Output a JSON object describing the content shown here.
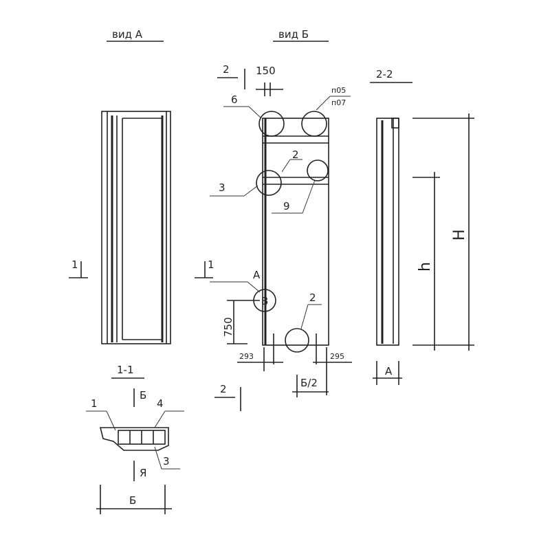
{
  "views": {
    "view_a": "вид А",
    "view_b": "вид Б",
    "section_22": "2-2",
    "section_11": "1-1"
  },
  "labels": {
    "cut2_top": "2",
    "cut2_bottom": "2",
    "cut1_left": "1",
    "cut1_mid": "1",
    "dim_150": "150",
    "callout_6": "6",
    "callout_p05": "п05",
    "callout_p07": "п07",
    "callout_3": "3",
    "callout_2_upper": "2",
    "callout_9": "9",
    "callout_A": "А",
    "node_B": "В",
    "dim_750": "750",
    "callout_2_lower": "2",
    "dim_293": "293",
    "dim_295": "295",
    "dim_b_half": "Б/2",
    "dim_h": "h",
    "dim_H": "H",
    "dim_A": "А",
    "sec_1": "1",
    "sec_4": "4",
    "sec_3": "3",
    "sec_arrow_b": "Б",
    "sec_arrow_ya": "Я",
    "dim_B": "Б"
  }
}
